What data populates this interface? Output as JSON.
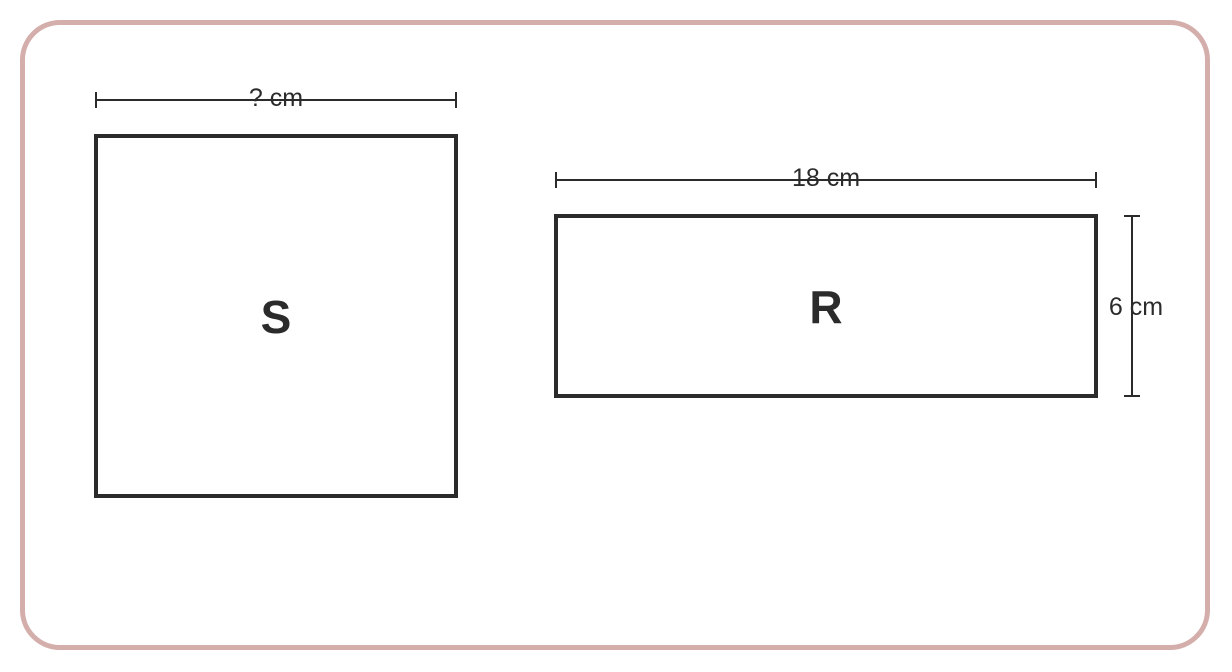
{
  "square": {
    "label": "S",
    "width_label": "? cm"
  },
  "rectangle": {
    "label": "R",
    "width_label": "18 cm",
    "height_label": "6 cm"
  },
  "colors": {
    "frame_border": "#d4aeab",
    "stroke": "#2b2b2b"
  }
}
